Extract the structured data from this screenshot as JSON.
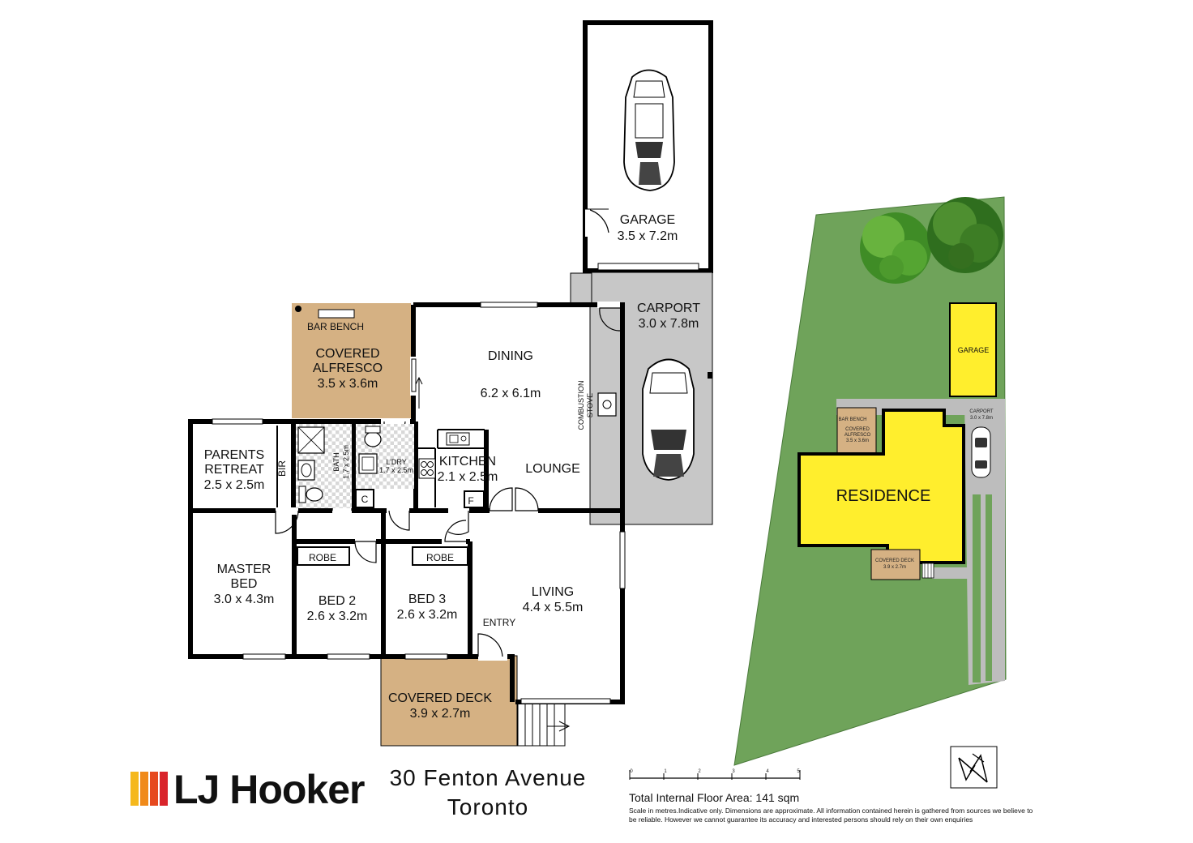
{
  "brand": {
    "name": "LJ Hooker",
    "bar_colors": [
      "#f5b81c",
      "#f08a1a",
      "#e6491f",
      "#d9242b"
    ]
  },
  "address": {
    "line1": "30 Fenton Avenue",
    "line2": "Toronto"
  },
  "scale_ticks": [
    "0",
    "1",
    "2",
    "3",
    "4",
    "5"
  ],
  "floor_area": "Total Internal Floor Area: 141 sqm",
  "disclaimer": "Scale in metres.Indicative only. Dimensions are approximate. All information contained herein is gathered from sources we believe to be reliable. However we cannot guarantee its accuracy and interested persons should rely on their own enquiries",
  "colors": {
    "covered_area": "#d5b183",
    "carport": "#c7c7c7",
    "site_grass": "#6fa35a",
    "site_yellow": "#ffee2d",
    "site_path": "#bfbfbf"
  },
  "rooms": {
    "garage": {
      "name": "GARAGE",
      "dims": "3.5 x 7.2m"
    },
    "carport": {
      "name": "CARPORT",
      "dims": "3.0 x 7.8m"
    },
    "alfresco": {
      "name1": "COVERED",
      "name2": "ALFRESCO",
      "dims": "3.5 x 3.6m",
      "bench": "BAR BENCH"
    },
    "dining": {
      "name": "DINING",
      "dims": "6.2 x 6.1m"
    },
    "stove": {
      "line1": "COMBUSTION",
      "line2": "STOVE"
    },
    "lounge": {
      "name": "LOUNGE"
    },
    "kitchen": {
      "name": "KITCHEN",
      "dims": "2.1 x 2.5m",
      "fridge": "F"
    },
    "retreat": {
      "name1": "PARENTS",
      "name2": "RETREAT",
      "dims": "2.5 x 2.5m",
      "bir": "BIR"
    },
    "bath": {
      "name": "BATH",
      "dims": "1.7 x 2.5m"
    },
    "laundry": {
      "name": "L'DRY",
      "dims": "1.7 x 2.5m",
      "cupboard": "C"
    },
    "master": {
      "name1": "MASTER",
      "name2": "BED",
      "dims": "3.0 x 4.3m"
    },
    "bed2": {
      "name": "BED 2",
      "dims": "2.6 x 3.2m",
      "robe": "ROBE"
    },
    "bed3": {
      "name": "BED 3",
      "dims": "2.6 x 3.2m",
      "robe": "ROBE"
    },
    "living": {
      "name": "LIVING",
      "dims": "4.4 x 5.5m"
    },
    "entry": {
      "name": "ENTRY"
    },
    "deck": {
      "name": "COVERED DECK",
      "dims": "3.9 x 2.7m"
    }
  },
  "site": {
    "residence": "RESIDENCE",
    "garage": "GARAGE",
    "carport": "CARPORT",
    "carport_dims": "3.0 x 7.8m",
    "alfresco1": "COVERED",
    "alfresco2": "ALFRESCO",
    "alfresco_dims": "3.5 x 3.6m",
    "bench": "BAR BENCH",
    "deck": "COVERED DECK",
    "deck_dims": "3.9 x 2.7m"
  },
  "icons": [
    "car-icon",
    "tree-icon",
    "north-arrow-icon",
    "sink-icon",
    "toilet-icon",
    "shower-icon",
    "stove-icon",
    "cooktop-icon"
  ]
}
